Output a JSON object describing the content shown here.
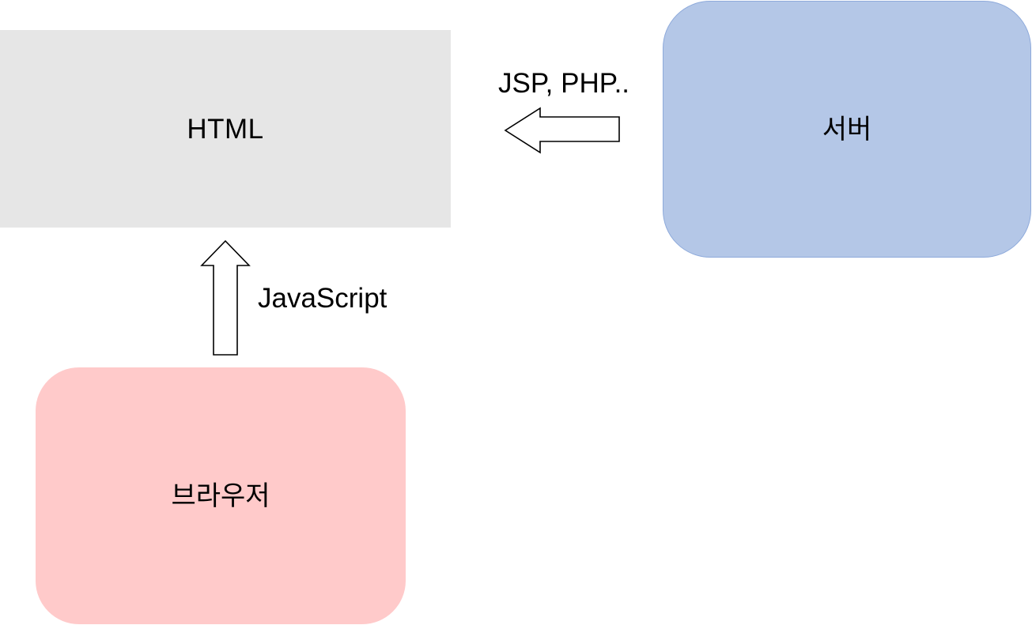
{
  "nodes": {
    "html": {
      "label": "HTML",
      "color": "#e6e6e6"
    },
    "server": {
      "label": "서버",
      "color": "#b4c7e7",
      "border_color": "#8eaadb"
    },
    "browser": {
      "label": "브라우저",
      "color": "#ffcaca"
    }
  },
  "edges": {
    "server_to_html": {
      "label": "JSP, PHP..",
      "direction": "left",
      "arrow_style": "outlined-block-arrow"
    },
    "browser_to_html": {
      "label": "JavaScript",
      "direction": "up",
      "arrow_style": "outlined-block-arrow"
    }
  }
}
